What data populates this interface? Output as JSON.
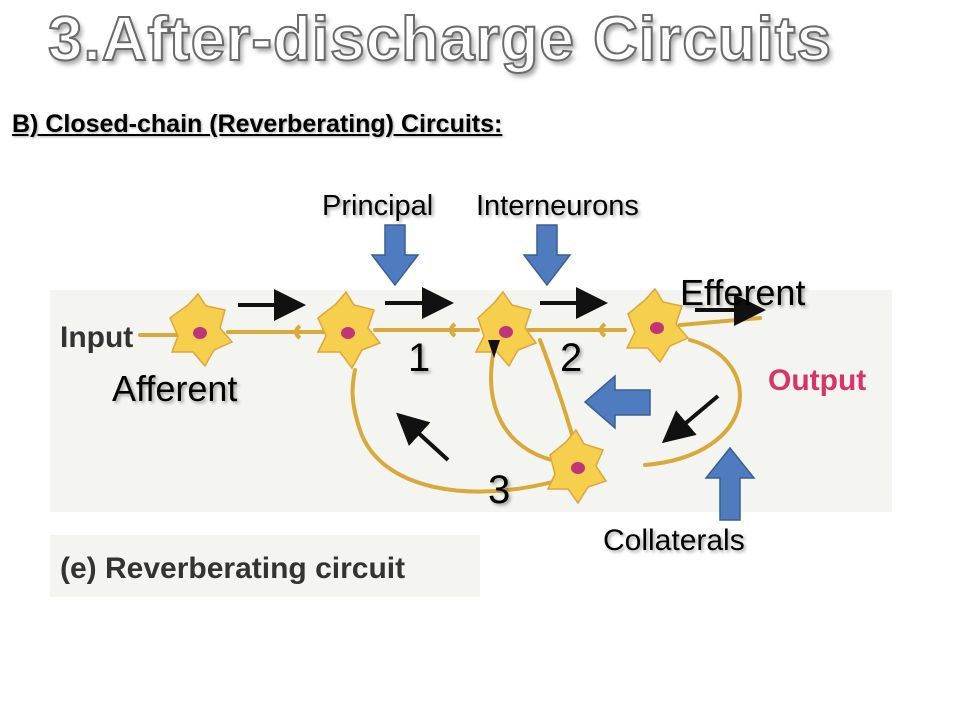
{
  "slide": {
    "title": "3.After-discharge Circuits",
    "subtitle": "B) Closed-chain (Reverberating) Circuits:"
  },
  "labels": {
    "principal": "Principal",
    "interneurons": "Interneurons",
    "efferent": "Efferent",
    "afferent": "Afferent",
    "num1": "1",
    "num2": "2",
    "num3": "3",
    "collaterals": "Collaterals"
  },
  "figure": {
    "input_label": "Input",
    "output_label": "Output",
    "caption": "(e) Reverberating circuit"
  },
  "colors": {
    "block_arrow": "#4f7bbf",
    "neuron_fill": "#f6cf4c",
    "neuron_nucleus": "#c0357a",
    "axon": "#d9a93a",
    "output_text": "#d8336a",
    "figure_bg": "#f4f4f0"
  }
}
